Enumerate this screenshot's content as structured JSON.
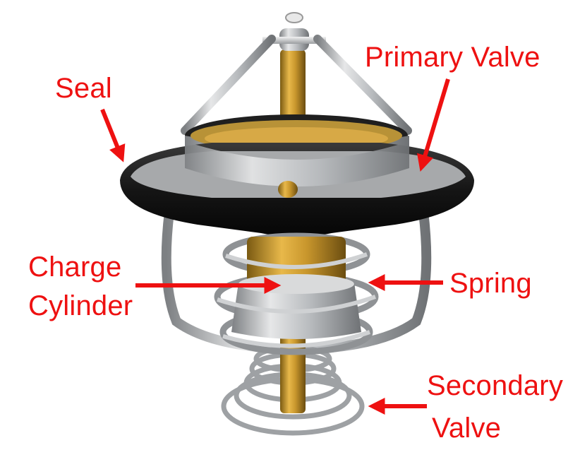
{
  "labels": {
    "seal": "Seal",
    "primary_valve": "Primary Valve",
    "charge_cylinder_line1": "Charge",
    "charge_cylinder_line2": "Cylinder",
    "spring": "Spring",
    "secondary_valve_line1": "Secondary",
    "secondary_valve_line2": "Valve"
  },
  "colors": {
    "annotation": "#ee1111",
    "brass": "#c9972d",
    "steel": "#b9bcbf",
    "rubber_seal": "#1a1a1a"
  }
}
